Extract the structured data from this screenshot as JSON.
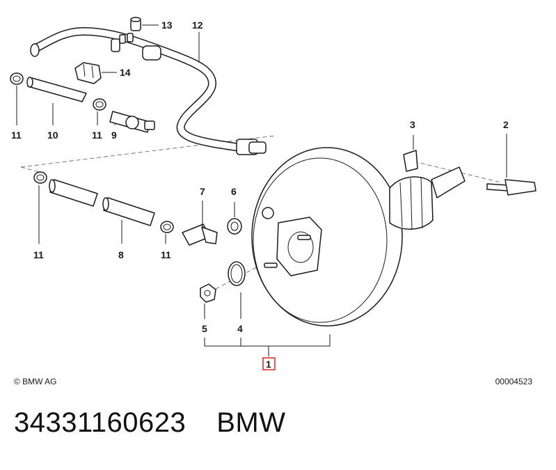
{
  "diagram": {
    "callouts": {
      "c1": "1",
      "c2": "2",
      "c3": "3",
      "c4": "4",
      "c5": "5",
      "c6": "6",
      "c7": "7",
      "c8": "8",
      "c9": "9",
      "c10": "10",
      "c11a": "11",
      "c11b": "11",
      "c11c": "11",
      "c11d": "11",
      "c12": "12",
      "c13": "13",
      "c14": "14"
    },
    "highlight_color": "#e02020"
  },
  "footer": {
    "copyright": "© BMW AG",
    "image_number": "00004523"
  },
  "caption": {
    "part_number": "34331160623",
    "brand": "BMW"
  }
}
